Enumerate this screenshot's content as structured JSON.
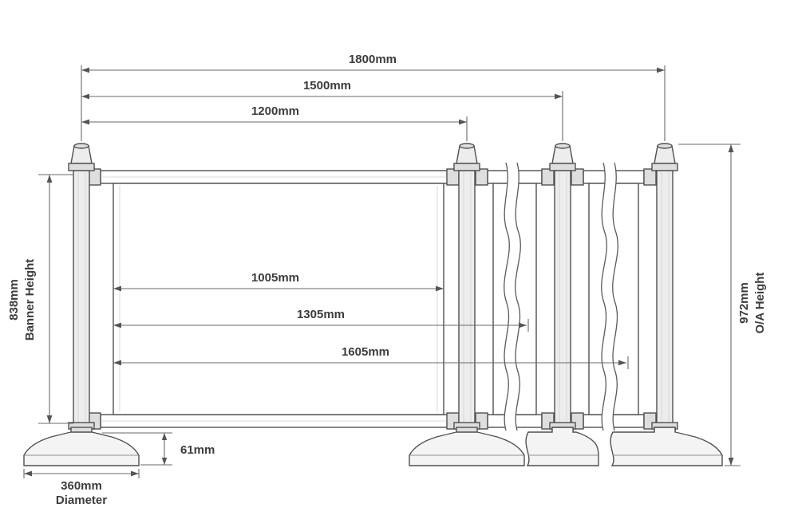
{
  "diagram": {
    "title": "cafe-barrier-banner-dimension-drawing",
    "labels": {
      "span_1800": "1800mm",
      "span_1500": "1500mm",
      "span_1200": "1200mm",
      "banner_1005": "1005mm",
      "banner_1305": "1305mm",
      "banner_1605": "1605mm",
      "banner_height_value": "838mm",
      "banner_height_label": "Banner Height",
      "overall_height_value": "972mm",
      "overall_height_label": "O/A Height",
      "base_height": "61mm",
      "base_diameter_value": "360mm",
      "base_diameter_label": "Diameter"
    },
    "colors": {
      "line": "#4f4f4f",
      "dimension_line": "#6a6a6a",
      "text": "#3c3c3c",
      "post_fill": "#ededed",
      "banner_fill": "#ffffff",
      "background": "#ffffff"
    }
  }
}
